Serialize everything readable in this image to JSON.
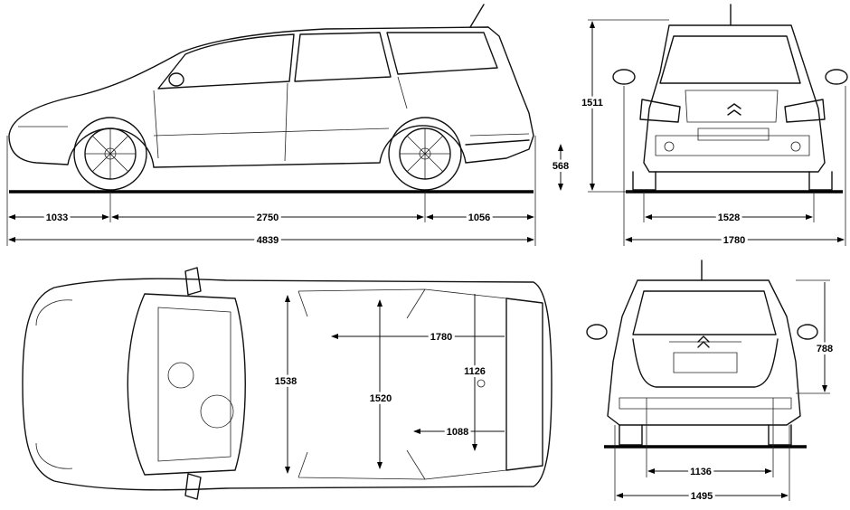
{
  "title": "Car dimensions blueprint (station wagon)",
  "side_view": {
    "front_overhang": "1033",
    "wheelbase": "2750",
    "rear_overhang": "1056",
    "overall_length": "4839",
    "ground_to_sill": "568"
  },
  "front_view": {
    "overall_height": "1511",
    "front_track": "1528",
    "overall_width": "1780"
  },
  "top_view": {
    "interior_length": "1780",
    "width_front_seats": "1538",
    "width_rear_seats": "1520",
    "cargo_width_between_arches": "1126",
    "cargo_floor_length": "1088"
  },
  "rear_view": {
    "loading_height": "788",
    "tailgate_opening_width": "1136",
    "rear_track": "1495"
  }
}
